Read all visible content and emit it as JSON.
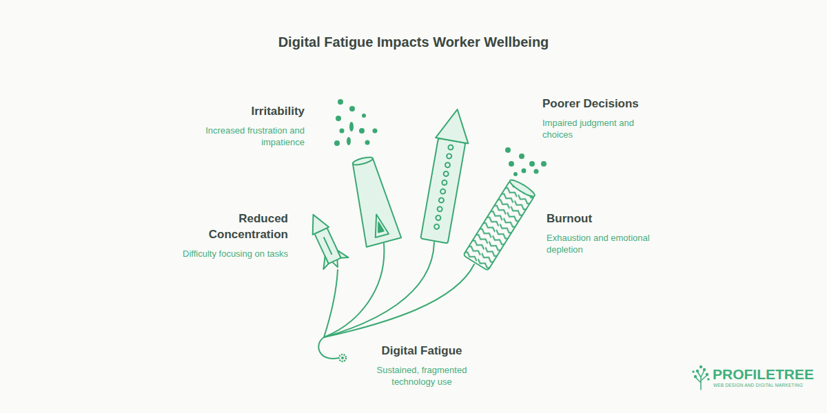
{
  "diagram": {
    "title": "Digital Fatigue Impacts Worker Wellbeing",
    "nodes": [
      {
        "text": [
          "Irritability",
          "Increased frustration and impatience"
        ]
      },
      {
        "text": [
          "Poorer Decisions",
          "Impaired judgment and choices"
        ]
      },
      {
        "text": [
          "Reduced Concentration",
          "Difficulty focusing on tasks"
        ]
      },
      {
        "text": [
          "Burnout",
          "Exhaustion and emotional depletion"
        ]
      },
      {
        "text": [
          "Digital Fatigue",
          "Sustained, fragmented technology use"
        ]
      }
    ],
    "labels": [
      "PROFILETREE",
      "WEB DESIGN AND DIGITAL MARKETING"
    ]
  }
}
